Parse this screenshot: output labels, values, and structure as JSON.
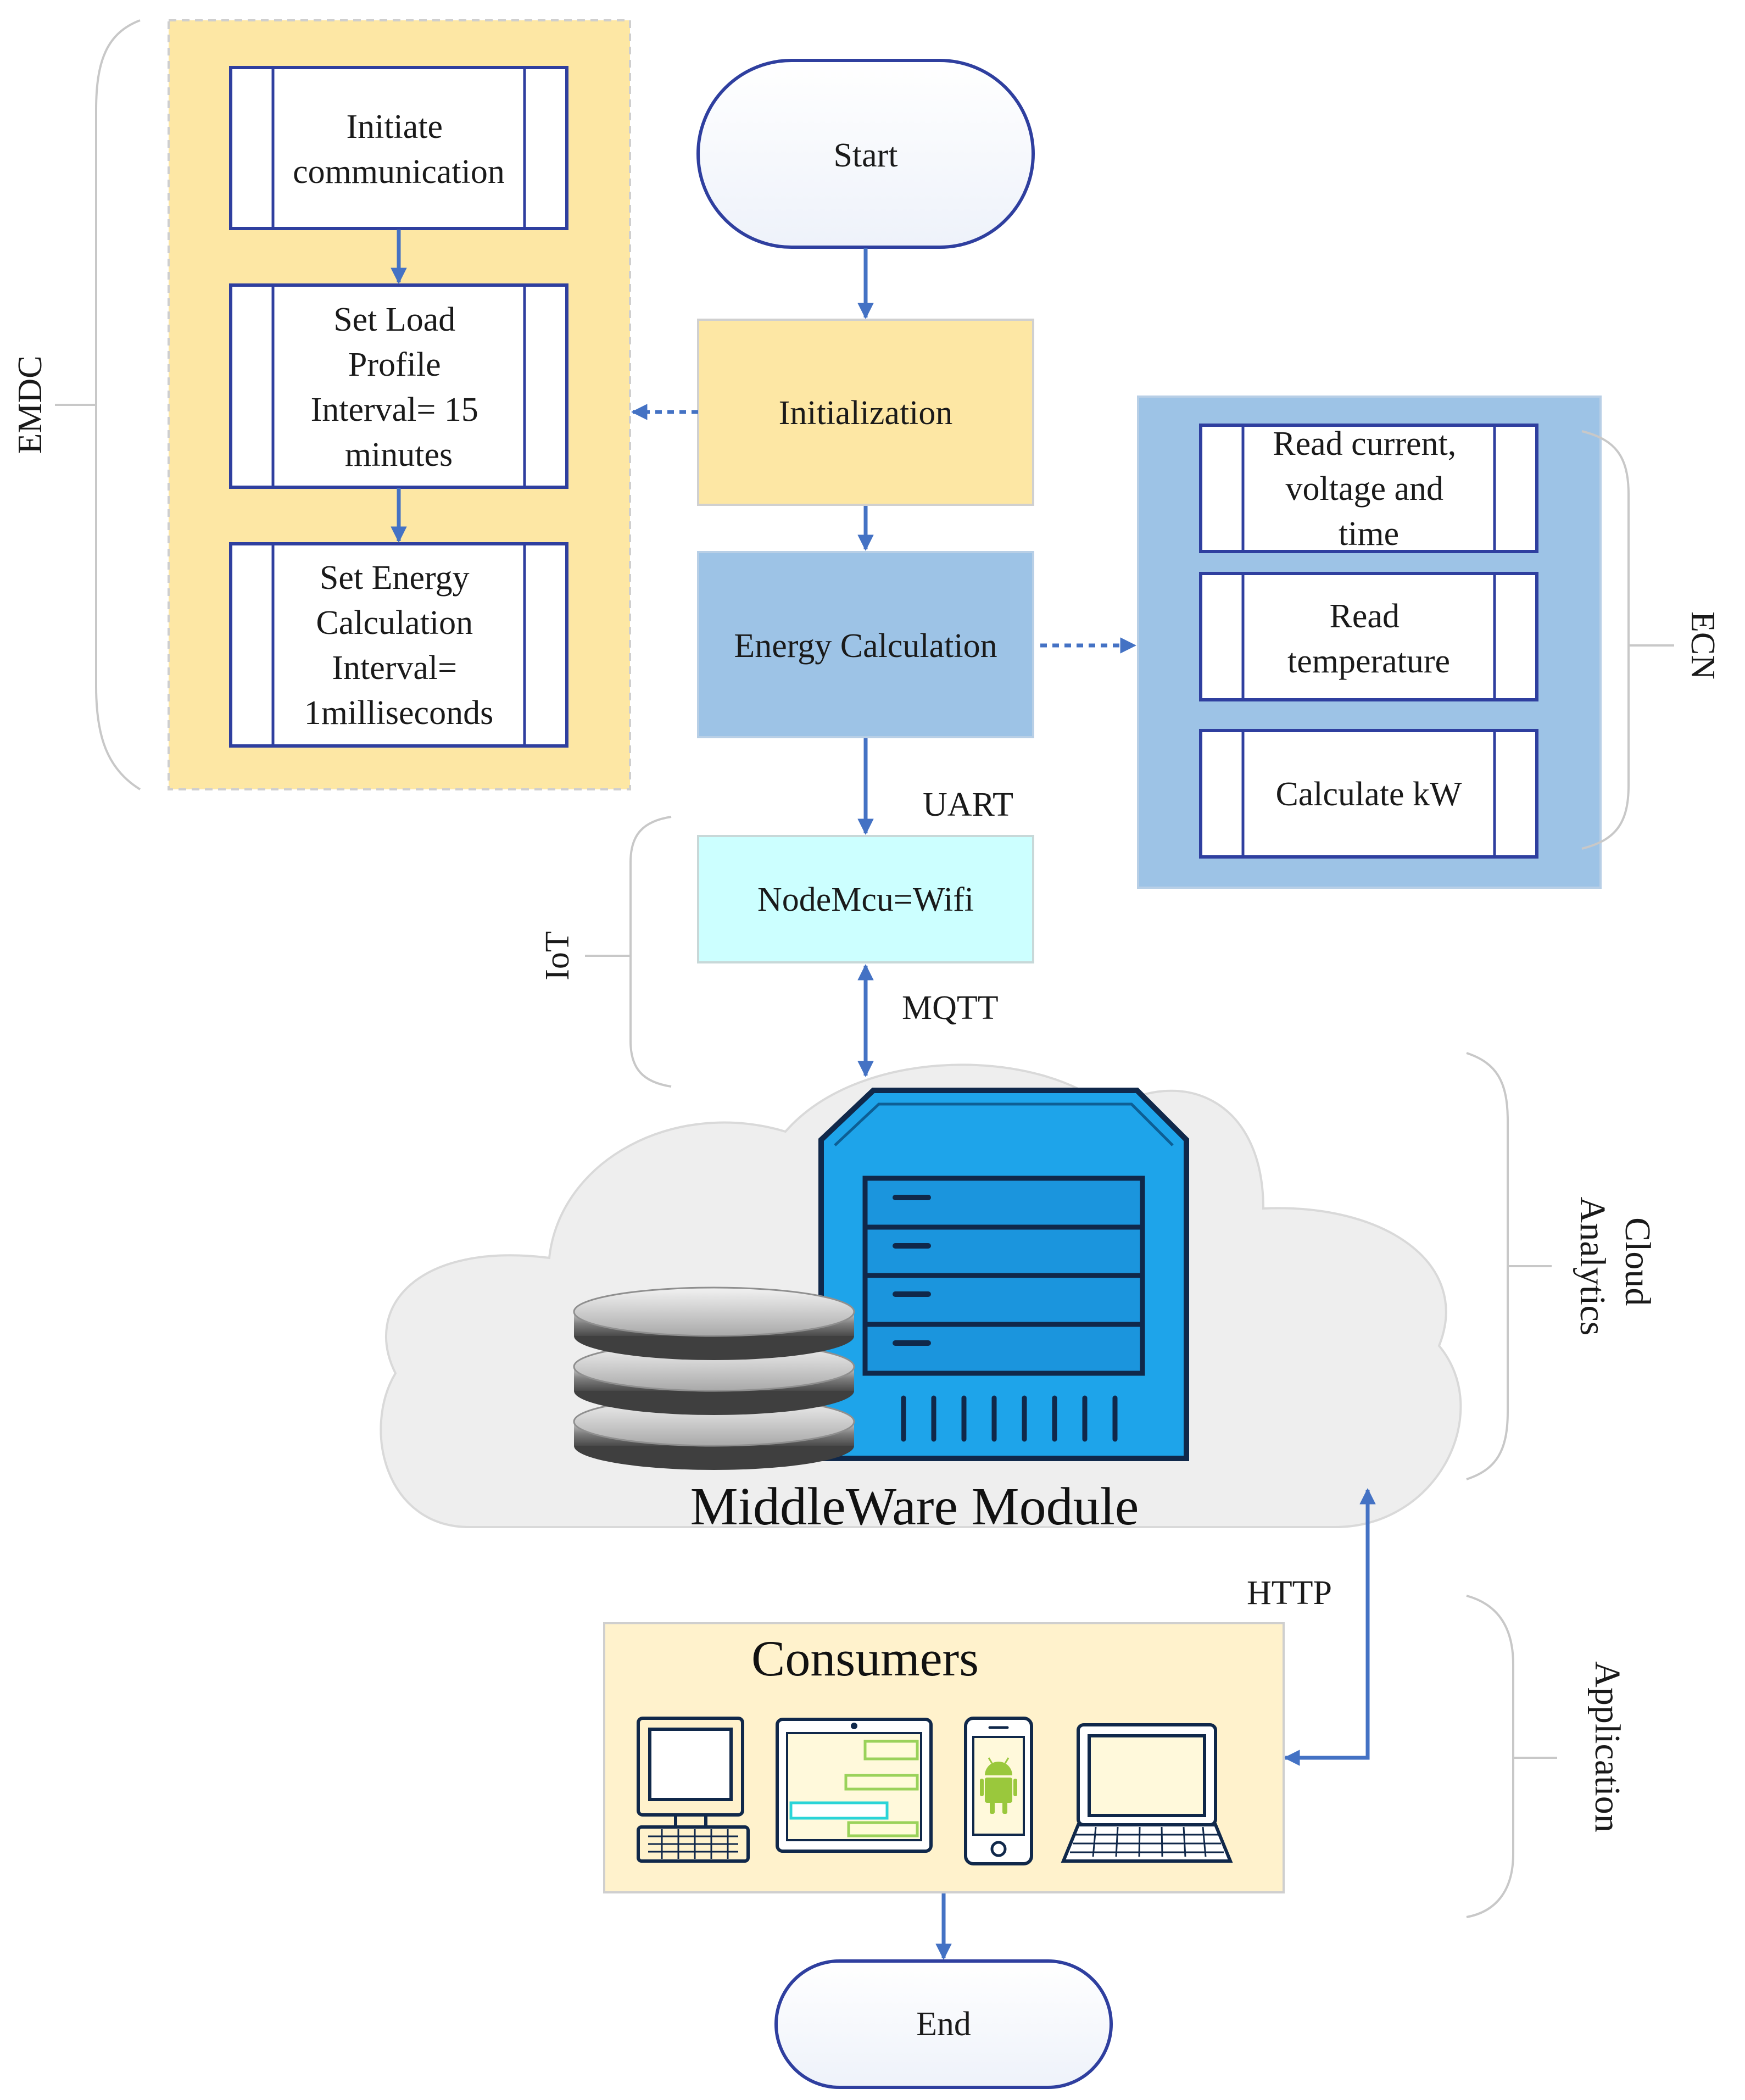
{
  "flow": {
    "start": "Start",
    "initialization": "Initialization",
    "energy_calculation": "Energy Calculation",
    "nodemcu": "NodeMcu=Wifi",
    "end": "End"
  },
  "emdc": {
    "label": "EMDC",
    "steps": [
      [
        "Initiate",
        "communication"
      ],
      [
        "Set Load",
        "Profile",
        "Interval= 15",
        "minutes"
      ],
      [
        "Set Energy",
        "Calculation",
        "Interval=",
        "1milliseconds"
      ]
    ]
  },
  "ecn": {
    "label": "ECN",
    "steps": [
      [
        "Read current,",
        "voltage and",
        "time"
      ],
      [
        "Read",
        "temperature"
      ],
      [
        "Calculate kW"
      ]
    ]
  },
  "protocols": {
    "uart": "UART",
    "mqtt": "MQTT",
    "http": "HTTP"
  },
  "cloud": {
    "middleware": "MiddleWare Module"
  },
  "consumers": {
    "title": "Consumers",
    "devices": [
      "desktop-icon",
      "tablet-icon",
      "android-phone-icon",
      "laptop-icon"
    ]
  },
  "layers": {
    "iot": "IoT",
    "cloud": [
      "Cloud",
      "Analytics"
    ],
    "application": "Application"
  },
  "colors": {
    "arrow": "#4472c4",
    "yellow_fill": "#fde7a4",
    "blue_fill": "#9dc3e6",
    "cyan_fill": "#ccffff",
    "consumers_fill": "#fff2cc",
    "box_border": "#2f3f9f",
    "server_blue": "#1ea4ea",
    "cloud_fill": "#eeeeee"
  }
}
